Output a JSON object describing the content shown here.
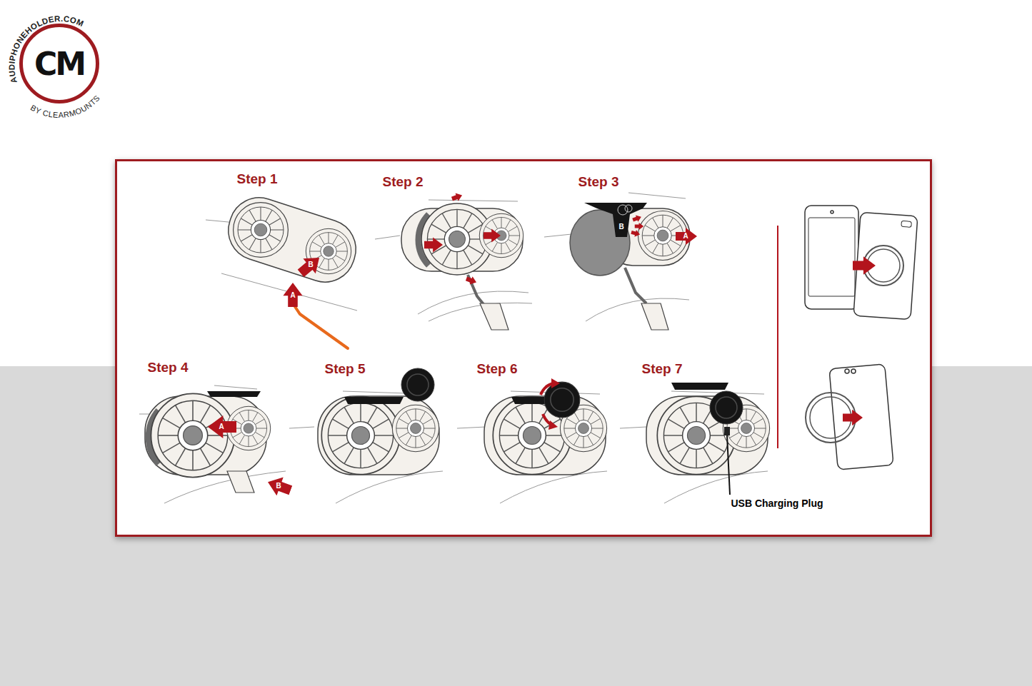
{
  "diagram": {
    "nodes": [
      {
        "text": [
          "CM"
        ]
      }
    ],
    "labels": [
      "AUDIPHONEHOLDER.COM",
      "BY CLEARMOUNTS",
      "Step 1",
      "B",
      "A",
      "Step 2",
      "Step 3",
      "B",
      "A",
      "Step 4",
      "A",
      "B",
      "Step 5",
      "Step 6",
      "Step 7",
      "USB Charging Plug"
    ]
  }
}
